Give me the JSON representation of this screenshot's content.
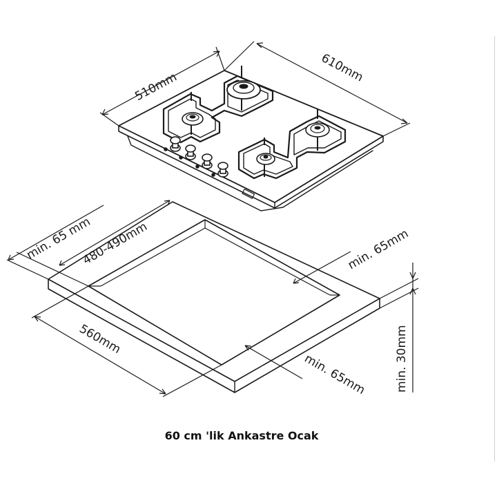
{
  "hob": {
    "depth_label": "510mm",
    "width_label": "610mm",
    "burner_count": 4,
    "knob_count": 4
  },
  "cutout": {
    "min_back_label": "min. 65 mm",
    "cutout_depth_label": "480-490mm",
    "min_side_label": "min. 65mm",
    "cutout_width_label": "560mm",
    "min_front_label": "min. 65mm",
    "thickness_label": "min. 30mm"
  },
  "caption": "60 cm 'lik Ankastre Ocak",
  "colors": {
    "line": "#1a1a1a",
    "surface": "#ffffff"
  }
}
